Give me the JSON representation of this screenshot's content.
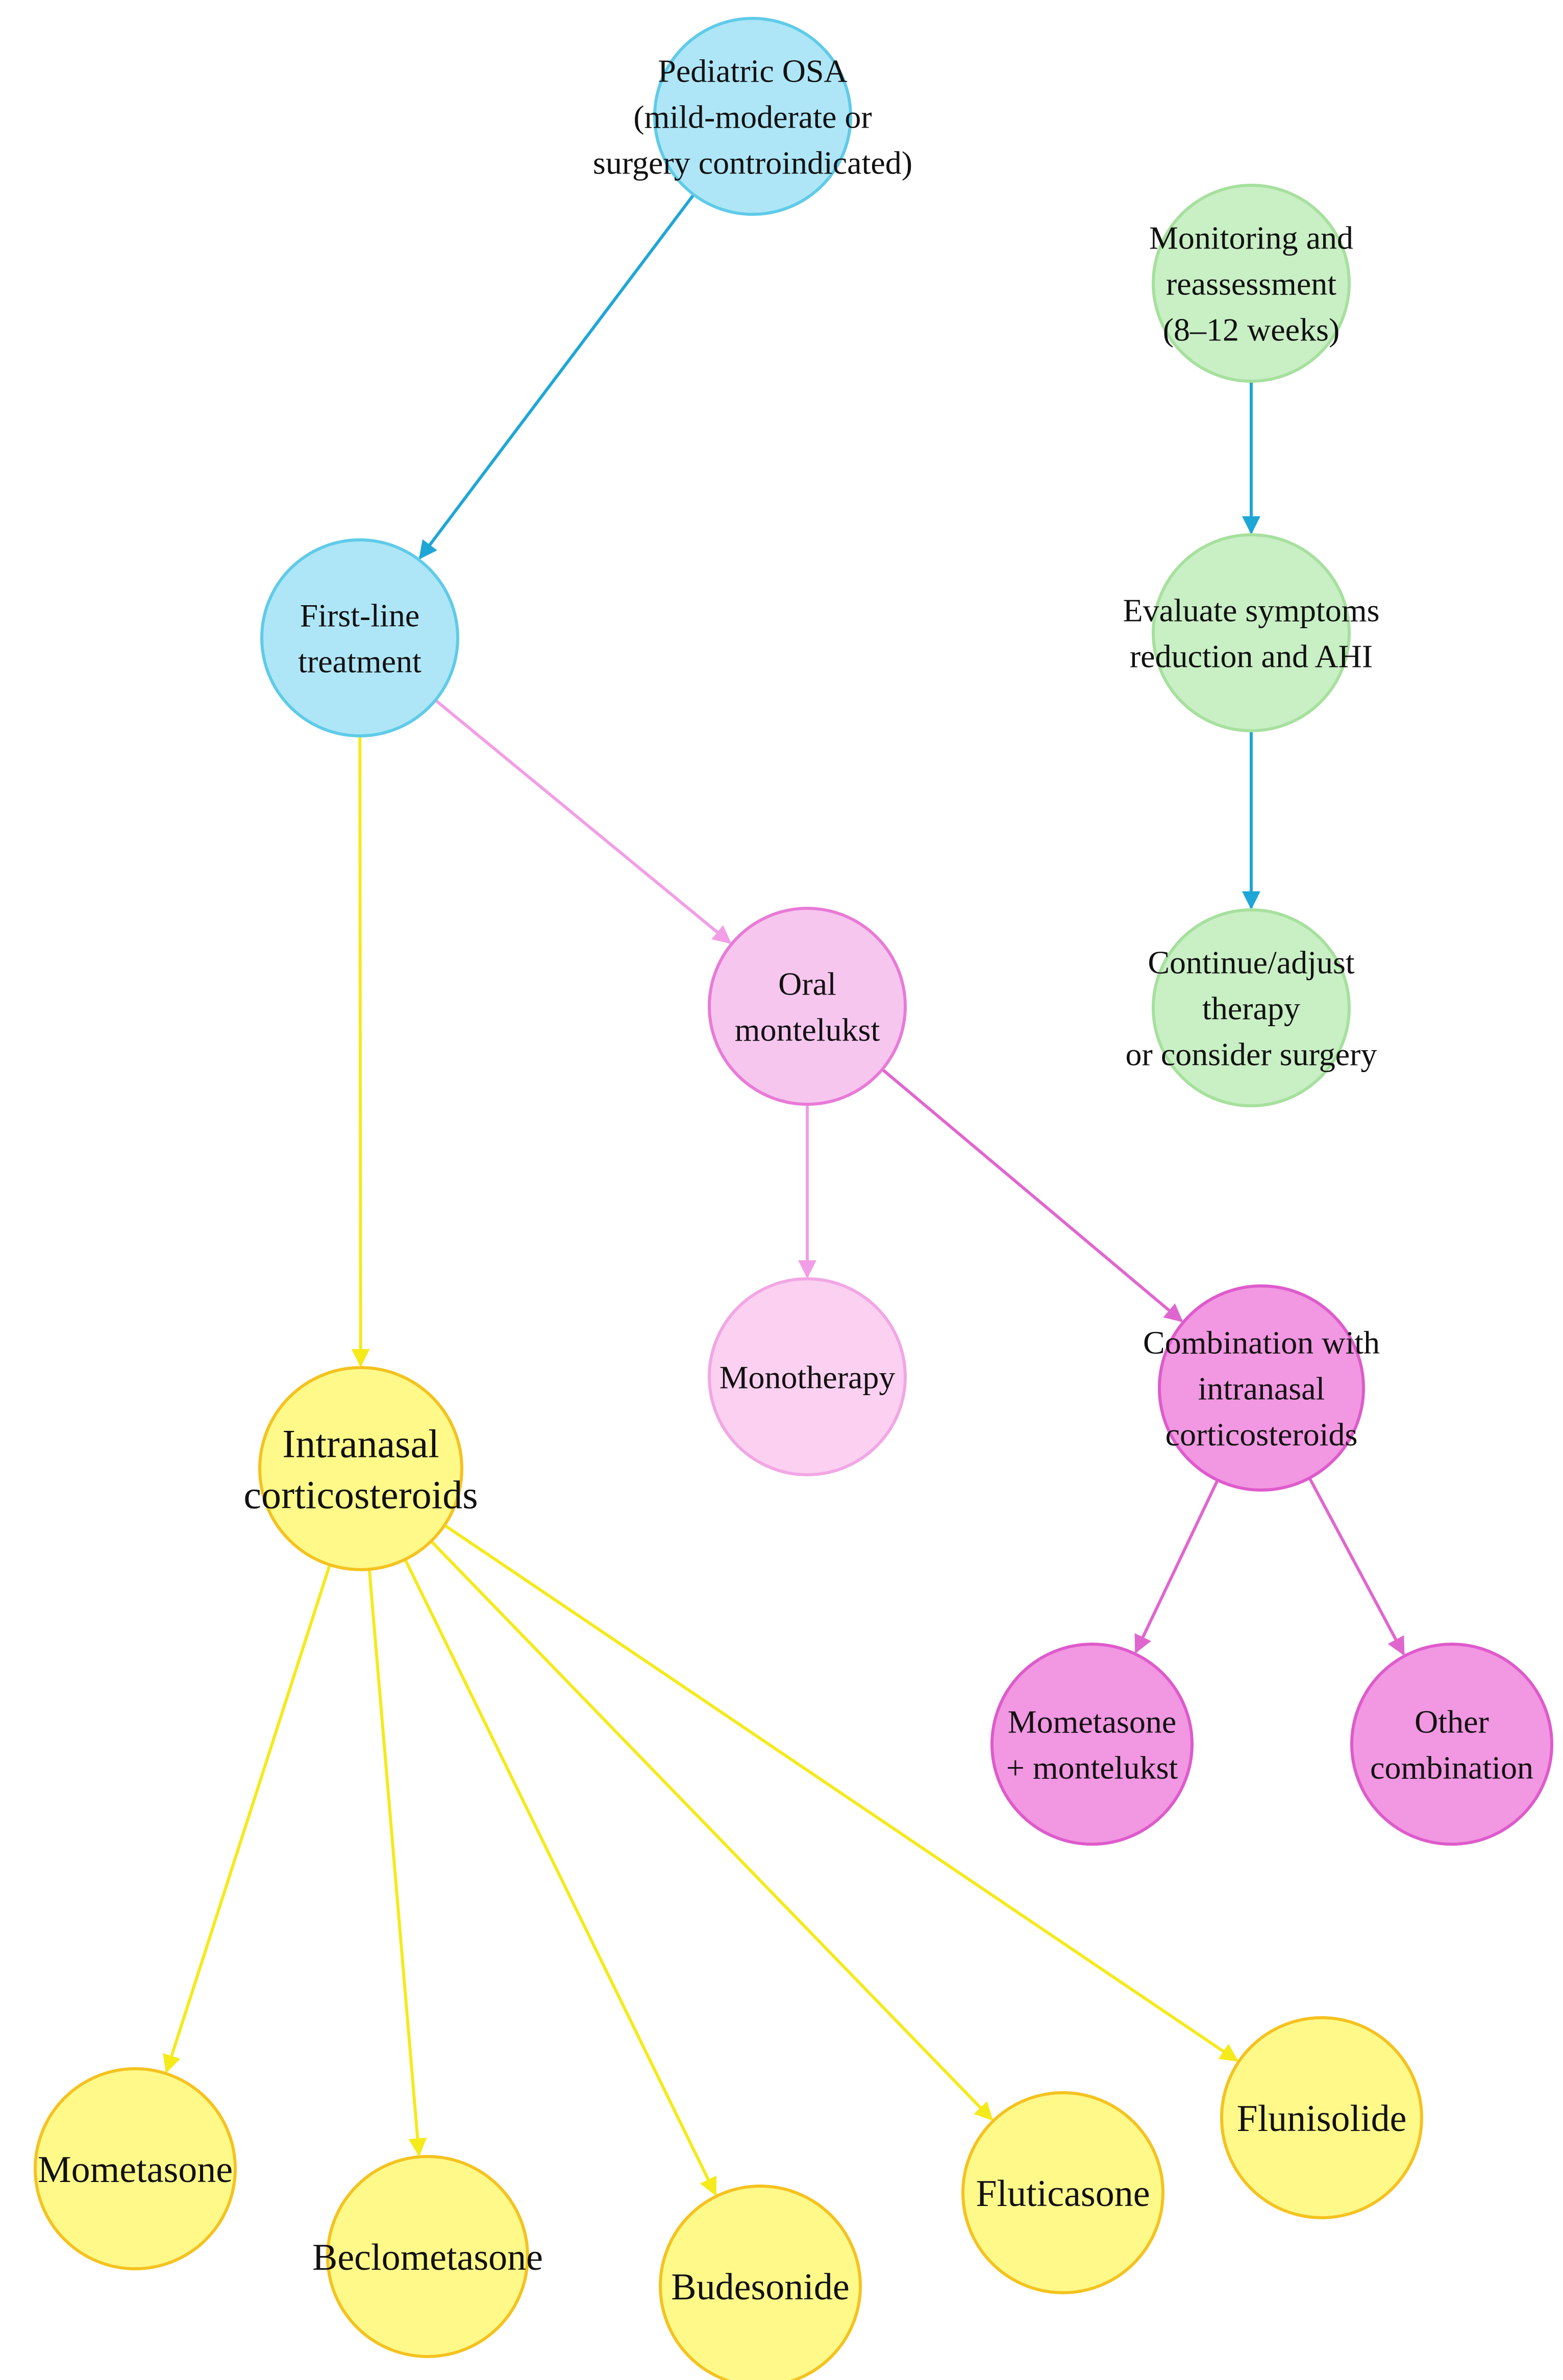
{
  "colors": {
    "blue_fill": "#aee6f7",
    "blue_stroke": "#5fcbe8",
    "green_fill": "#c9efc4",
    "green_stroke": "#a6e09e",
    "pink_fill": "#f7c6ef",
    "pink_stroke": "#e87ad6",
    "lightpink_fill": "#fbd0f1",
    "lightpink_stroke": "#f2a6e4",
    "magenta_fill": "#f297e2",
    "magenta_stroke": "#de5bcb",
    "yellow_fill": "#fff98a",
    "yellow_stroke": "#f5c21e",
    "edge_blue": "#1ea6d6",
    "edge_pink": "#f29ee6",
    "edge_magenta": "#e066cf",
    "edge_yellow": "#f5ea1a"
  },
  "nodes": {
    "pediatric_osa": {
      "lines": [
        "Pediatric OSA",
        "(mild-moderate or",
        "surgery controindicated)"
      ]
    },
    "first_line": {
      "lines": [
        "First-line",
        "treatment"
      ]
    },
    "monitoring": {
      "lines": [
        "Monitoring and",
        "reassessment",
        "(8–12 weeks)"
      ]
    },
    "evaluate": {
      "lines": [
        "Evaluate symptoms",
        "reduction and AHI"
      ]
    },
    "continue_adjust": {
      "lines": [
        "Continue/adjust",
        "therapy",
        "or consider surgery"
      ]
    },
    "oral_montelukast": {
      "lines": [
        "Oral",
        "montelukst"
      ]
    },
    "monotherapy": {
      "lines": [
        "Monotherapy"
      ]
    },
    "combination": {
      "lines": [
        "Combination with",
        "intranasal",
        "corticosteroids"
      ]
    },
    "intranasal": {
      "lines": [
        "Intranasal",
        "corticosteroids"
      ]
    },
    "mometasone_montelukast": {
      "lines": [
        "Mometasone",
        "+ montelukst"
      ]
    },
    "other_combination": {
      "lines": [
        "Other",
        "combination"
      ]
    },
    "mometasone": {
      "lines": [
        "Mometasone"
      ]
    },
    "beclometasone": {
      "lines": [
        "Beclometasone"
      ]
    },
    "budesonide": {
      "lines": [
        "Budesonide"
      ]
    },
    "fluticasone": {
      "lines": [
        "Fluticasone"
      ]
    },
    "flunisolide": {
      "lines": [
        "Flunisolide"
      ]
    }
  }
}
